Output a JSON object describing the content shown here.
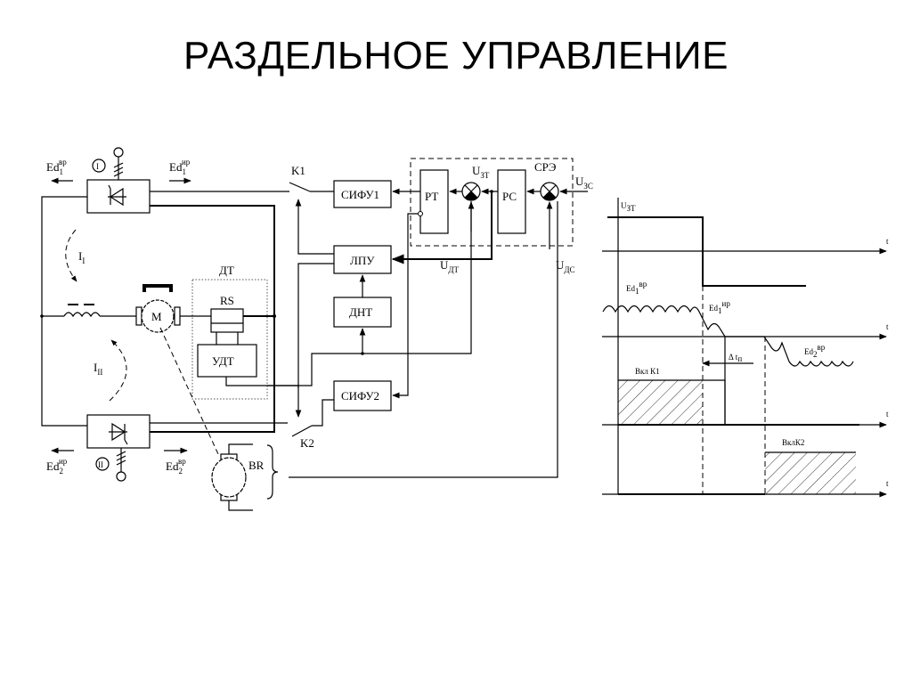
{
  "title": "РАЗДЕЛЬНОЕ УПРАВЛЕНИЕ",
  "schematic": {
    "converter_1": {
      "number": "I",
      "ed_left": "Ed",
      "ed_left_sub": "1",
      "ed_left_sup": "вр",
      "ed_right": "Ed",
      "ed_right_sub": "1",
      "ed_right_sup": "ир"
    },
    "converter_2": {
      "number": "II",
      "ed_left": "Ed",
      "ed_left_sub": "2",
      "ed_left_sup": "ир",
      "ed_right": "Ed",
      "ed_right_sub": "2",
      "ed_right_sup": "вр"
    },
    "current_1": {
      "main": "I",
      "sub": "I"
    },
    "current_2": {
      "main": "I",
      "sub": "II"
    },
    "motor": "M",
    "tachogenerator": "BR",
    "current_sensor_group": "ДТ",
    "shunt": "RS",
    "current_sensor_amp": "УДТ",
    "switch_1": "K1",
    "switch_2": "K2",
    "blocks": {
      "sifu1": "СИФУ1",
      "sifu2": "СИФУ2",
      "lpu": "ЛПУ",
      "dnt": "ДНТ",
      "rt": "РТ",
      "rs": "РС",
      "sre": "СРЭ"
    },
    "signals": {
      "u_zt": {
        "main": "U",
        "sub": "ЗТ"
      },
      "u_zs": {
        "main": "U",
        "sub": "ЗС"
      },
      "u_dt": {
        "main": "U",
        "sub": "ДТ"
      },
      "u_ds": {
        "main": "U",
        "sub": "ДС"
      }
    }
  },
  "timing": {
    "u_zt_label": {
      "main": "U",
      "sub": "ЗТ"
    },
    "t_label": "t",
    "ed1_label": {
      "main": "Ed",
      "sub": "1",
      "sup": "вр"
    },
    "ed1_inv_label": {
      "main": "Ed",
      "sub": "1",
      "sup": "ир"
    },
    "ed2_label": {
      "main": "Ed",
      "sub": "2",
      "sup": "вр"
    },
    "delta_t": {
      "main": "Δ",
      "sub": "t",
      "subsub": "п"
    },
    "k1_on": "Вкл К1",
    "k2_on": "ВклК2"
  }
}
